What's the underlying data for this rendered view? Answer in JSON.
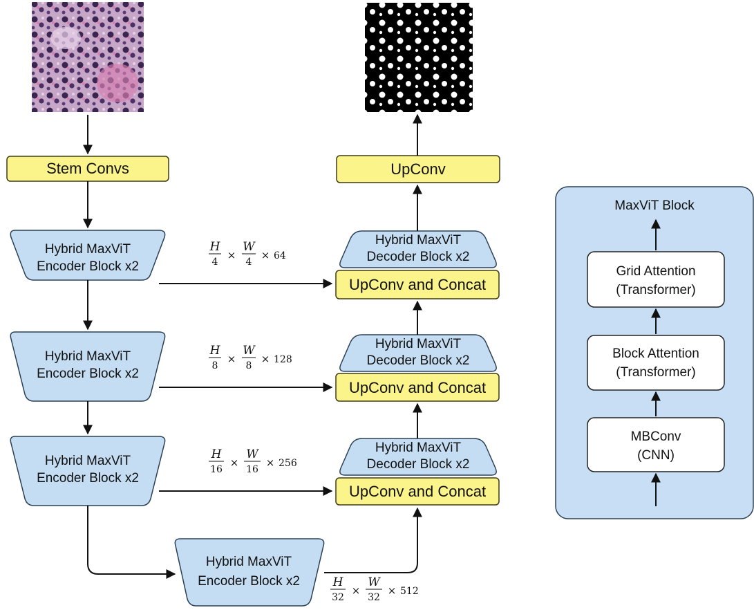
{
  "colors": {
    "block_fill": "#c5ddf3",
    "block_stroke": "#2b4055",
    "yellow_fill": "#fbf48a",
    "yellow_stroke": "#3d3a16",
    "panel_fill": "#c7def4",
    "arrow": "#111111"
  },
  "images": {
    "input": "histology-he-stain-tissue-image",
    "output": "binary-nuclei-segmentation-mask"
  },
  "stem_label": "Stem Convs",
  "upconv_label": "UpConv",
  "encoder": [
    {
      "line1": "Hybrid MaxViT",
      "line2": "Encoder Block x2"
    },
    {
      "line1": "Hybrid MaxViT",
      "line2": "Encoder Block x2"
    },
    {
      "line1": "Hybrid MaxViT",
      "line2": "Encoder Block x2"
    },
    {
      "line1": "Hybrid MaxViT",
      "line2": "Encoder Block x2"
    }
  ],
  "decoder": [
    {
      "line1": "Hybrid MaxViT",
      "line2": "Decoder Block x2",
      "concat": "UpConv and Concat"
    },
    {
      "line1": "Hybrid MaxViT",
      "line2": "Decoder Block x2",
      "concat": "UpConv and Concat"
    },
    {
      "line1": "Hybrid MaxViT",
      "line2": "Decoder Block x2",
      "concat": "UpConv and Concat"
    }
  ],
  "skips": [
    {
      "hnum": "H",
      "hden": "4",
      "wnum": "W",
      "wden": "4",
      "times": "×",
      "channels": "64"
    },
    {
      "hnum": "H",
      "hden": "8",
      "wnum": "W",
      "wden": "8",
      "times": "×",
      "channels": "128"
    },
    {
      "hnum": "H",
      "hden": "16",
      "wnum": "W",
      "wden": "16",
      "times": "×",
      "channels": "256"
    },
    {
      "hnum": "H",
      "hden": "32",
      "wnum": "W",
      "wden": "32",
      "times": "×",
      "channels": "512"
    }
  ],
  "maxvit": {
    "title": "MaxViT Block",
    "grid": {
      "line1": "Grid Attention",
      "line2": "(Transformer)"
    },
    "block": {
      "line1": "Block Attention",
      "line2": "(Transformer)"
    },
    "mbconv": {
      "line1": "MBConv",
      "line2": "(CNN)"
    }
  }
}
